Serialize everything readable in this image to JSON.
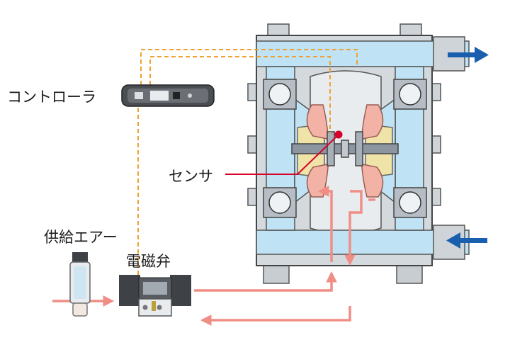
{
  "labels": {
    "controller": "コントローラ",
    "sensor": "センサ",
    "supply_air": "供給エアー",
    "solenoid_valve": "電磁弁"
  },
  "colors": {
    "signal_line": "#f0a030",
    "air_line": "#f08e86",
    "fluid_arrow": "#1a5fae",
    "fluid_channel": "#bfe3f4",
    "pump_body": "#d4d9dd",
    "diaphragm": "#f2b3a6",
    "sensor": "#d8002b",
    "sensor_line": "#d8002b"
  },
  "icons": {
    "controller": "controller-device-icon",
    "filter_regulator": "air-filter-regulator-icon",
    "solenoid_valve": "solenoid-valve-icon"
  }
}
